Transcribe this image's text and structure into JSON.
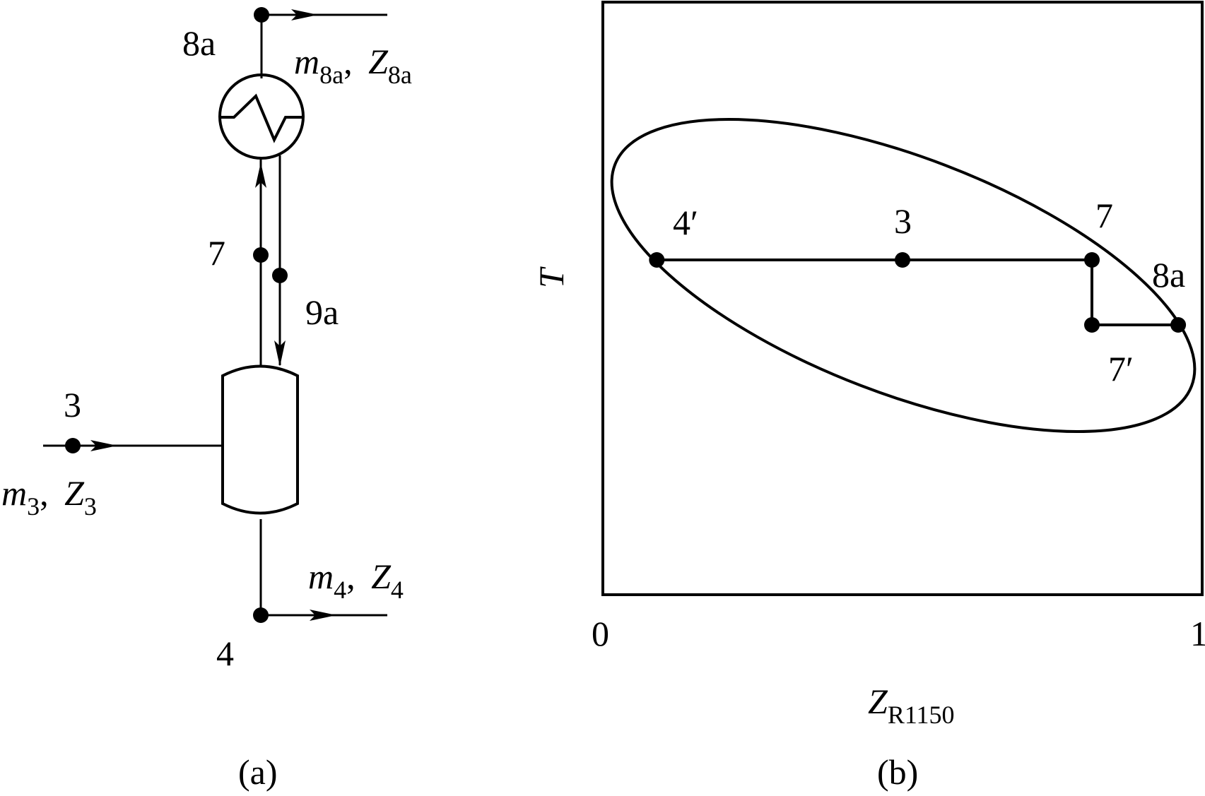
{
  "panel_a": {
    "caption": "(a)",
    "points": {
      "p8a": "8a",
      "p7": "7",
      "p9a": "9a",
      "p3": "3",
      "p4": "4"
    },
    "streams": {
      "s8a": {
        "m": "m",
        "m_sub": "8a",
        "z": "Z",
        "z_sub": "8a"
      },
      "s3": {
        "m": "m",
        "m_sub": "3",
        "z": "Z",
        "z_sub": "3"
      },
      "s4": {
        "m": "m",
        "m_sub": "4",
        "z": "Z",
        "z_sub": "4"
      }
    },
    "icons": [
      "heat-exchanger-icon",
      "separator-vessel-icon",
      "flow-arrow-icon"
    ]
  },
  "panel_b": {
    "caption": "(b)",
    "y_axis_label": "T",
    "x_axis_label": {
      "main": "Z",
      "sub": "R1150"
    },
    "x_ticks": [
      "0",
      "1"
    ],
    "points": {
      "p4prime": "4′",
      "p3": "3",
      "p7": "7",
      "p7prime": "7′",
      "p8a": "8a"
    },
    "point_values": {
      "p4prime": 0.09,
      "p3": 0.5,
      "p7": 0.816,
      "p7prime": 0.816,
      "p8a": 0.96
    },
    "x_range": [
      0,
      1
    ]
  }
}
